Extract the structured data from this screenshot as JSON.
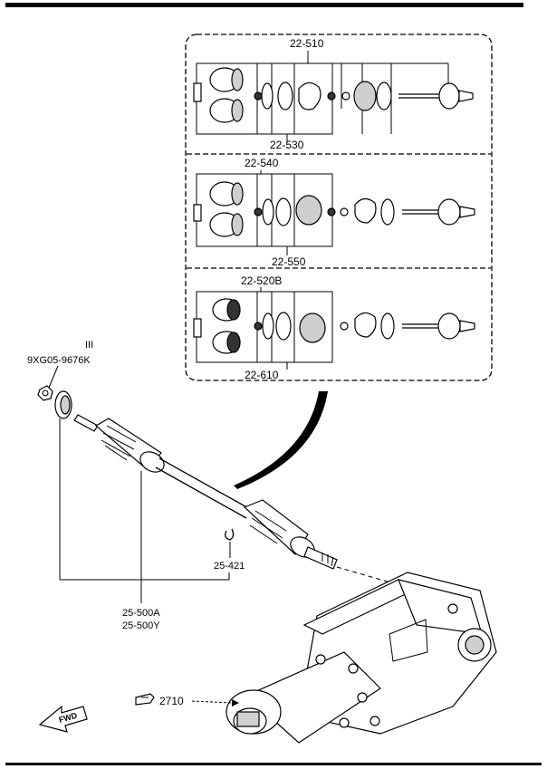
{
  "labels": {
    "kit_510": "22-510",
    "kit_530": "22-530",
    "kit_540": "22-540",
    "kit_550": "22-550",
    "kit_520b": "22-520B",
    "kit_610": "22-610",
    "bolt_mark": "III",
    "nut": "9XG05-9676K",
    "clip": "25-421",
    "shaft_a": "25-500A",
    "shaft_y": "25-500Y",
    "diff": "2710",
    "fwd": "FWD"
  },
  "icons": {
    "reference_pointer": "pointing-hand-icon",
    "forward_arrow": "fwd-arrow-icon"
  }
}
